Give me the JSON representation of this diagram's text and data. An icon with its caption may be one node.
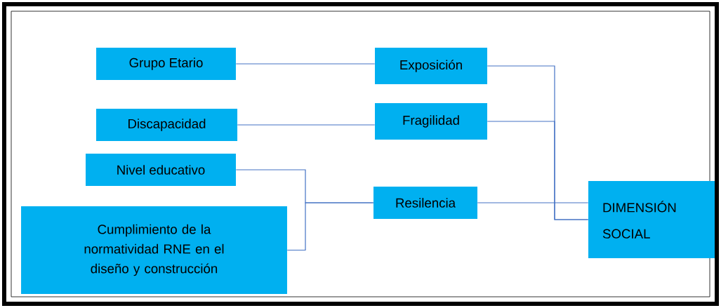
{
  "diagram": {
    "nodes": [
      {
        "text": [
          "Grupo Etario"
        ]
      },
      {
        "text": [
          "Discapacidad"
        ]
      },
      {
        "text": [
          "Nivel educativo"
        ]
      },
      {
        "text": [
          "Cumplimiento de la normatividad RNE en el diseño y construcción"
        ]
      },
      {
        "text": [
          "Exposición"
        ]
      },
      {
        "text": [
          "Fragilidad"
        ]
      },
      {
        "text": [
          "Resilencia"
        ]
      },
      {
        "text": [
          "DIMENSIÓN SOCIAL"
        ]
      }
    ],
    "edges": [
      {
        "from": 0,
        "to": 4,
        "arrow": "none"
      },
      {
        "from": 1,
        "to": 5,
        "arrow": "none"
      },
      {
        "from": 2,
        "to": 6,
        "arrow": "none"
      },
      {
        "from": 3,
        "to": 6,
        "arrow": "none"
      },
      {
        "from": 4,
        "to": 7,
        "arrow": "none"
      },
      {
        "from": 5,
        "to": 7,
        "arrow": "none"
      },
      {
        "from": 6,
        "to": 7,
        "arrow": "none"
      }
    ]
  }
}
